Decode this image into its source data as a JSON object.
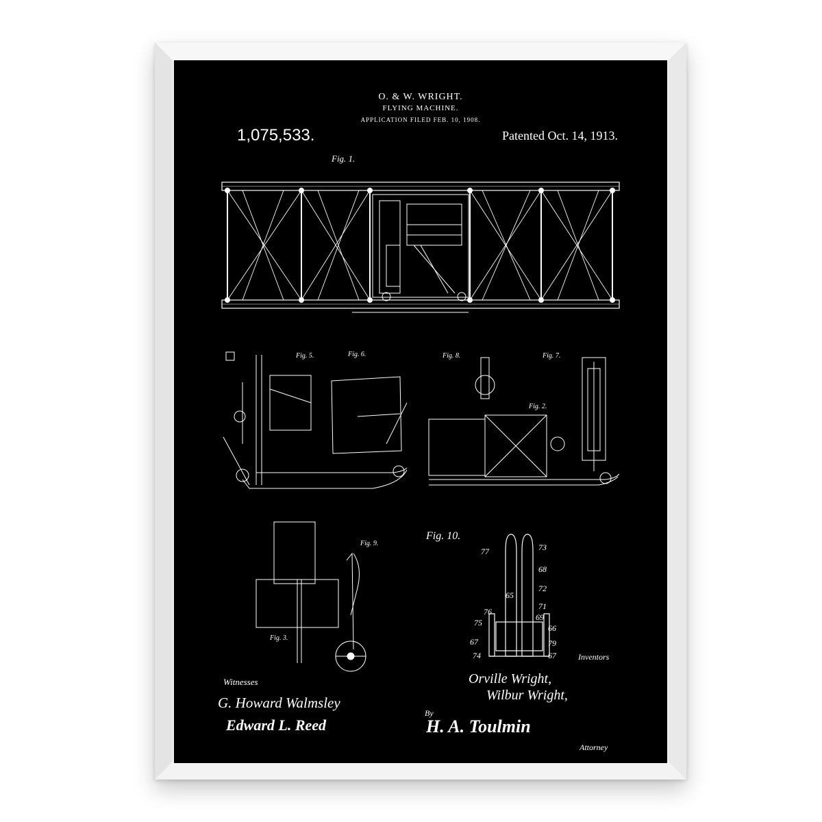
{
  "header": {
    "inventors": "O. & W. WRIGHT.",
    "title": "FLYING MACHINE.",
    "application": "APPLICATION FILED FEB. 10, 1908.",
    "patent_number": "1,075,533.",
    "patent_date": "Patented Oct. 14, 1913."
  },
  "figures": {
    "fig1": "Fig. 1.",
    "fig2": "Fig. 2.",
    "fig3": "Fig. 3.",
    "fig5": "Fig. 5.",
    "fig6": "Fig. 6.",
    "fig7": "Fig. 7.",
    "fig8": "Fig. 8.",
    "fig9": "Fig. 9.",
    "fig10": "Fig. 10."
  },
  "fig10_labels": [
    "77",
    "73",
    "68",
    "72",
    "65",
    "71",
    "76",
    "69",
    "75",
    "66",
    "67",
    "79",
    "74",
    "67"
  ],
  "signatures": {
    "witnesses_label": "Witnesses",
    "witness1": "G. Howard Walmsley",
    "witness2": "Edward L. Reed",
    "inventors_label": "Inventors",
    "inventor1": "Orville Wright,",
    "inventor2": "Wilbur Wright,",
    "by_label": "By",
    "attorney_sig": "H. A. Toulmin",
    "attorney_label": "Attorney"
  },
  "colors": {
    "frame": "#efefef",
    "poster": "#000000",
    "ink": "#ffffff"
  }
}
